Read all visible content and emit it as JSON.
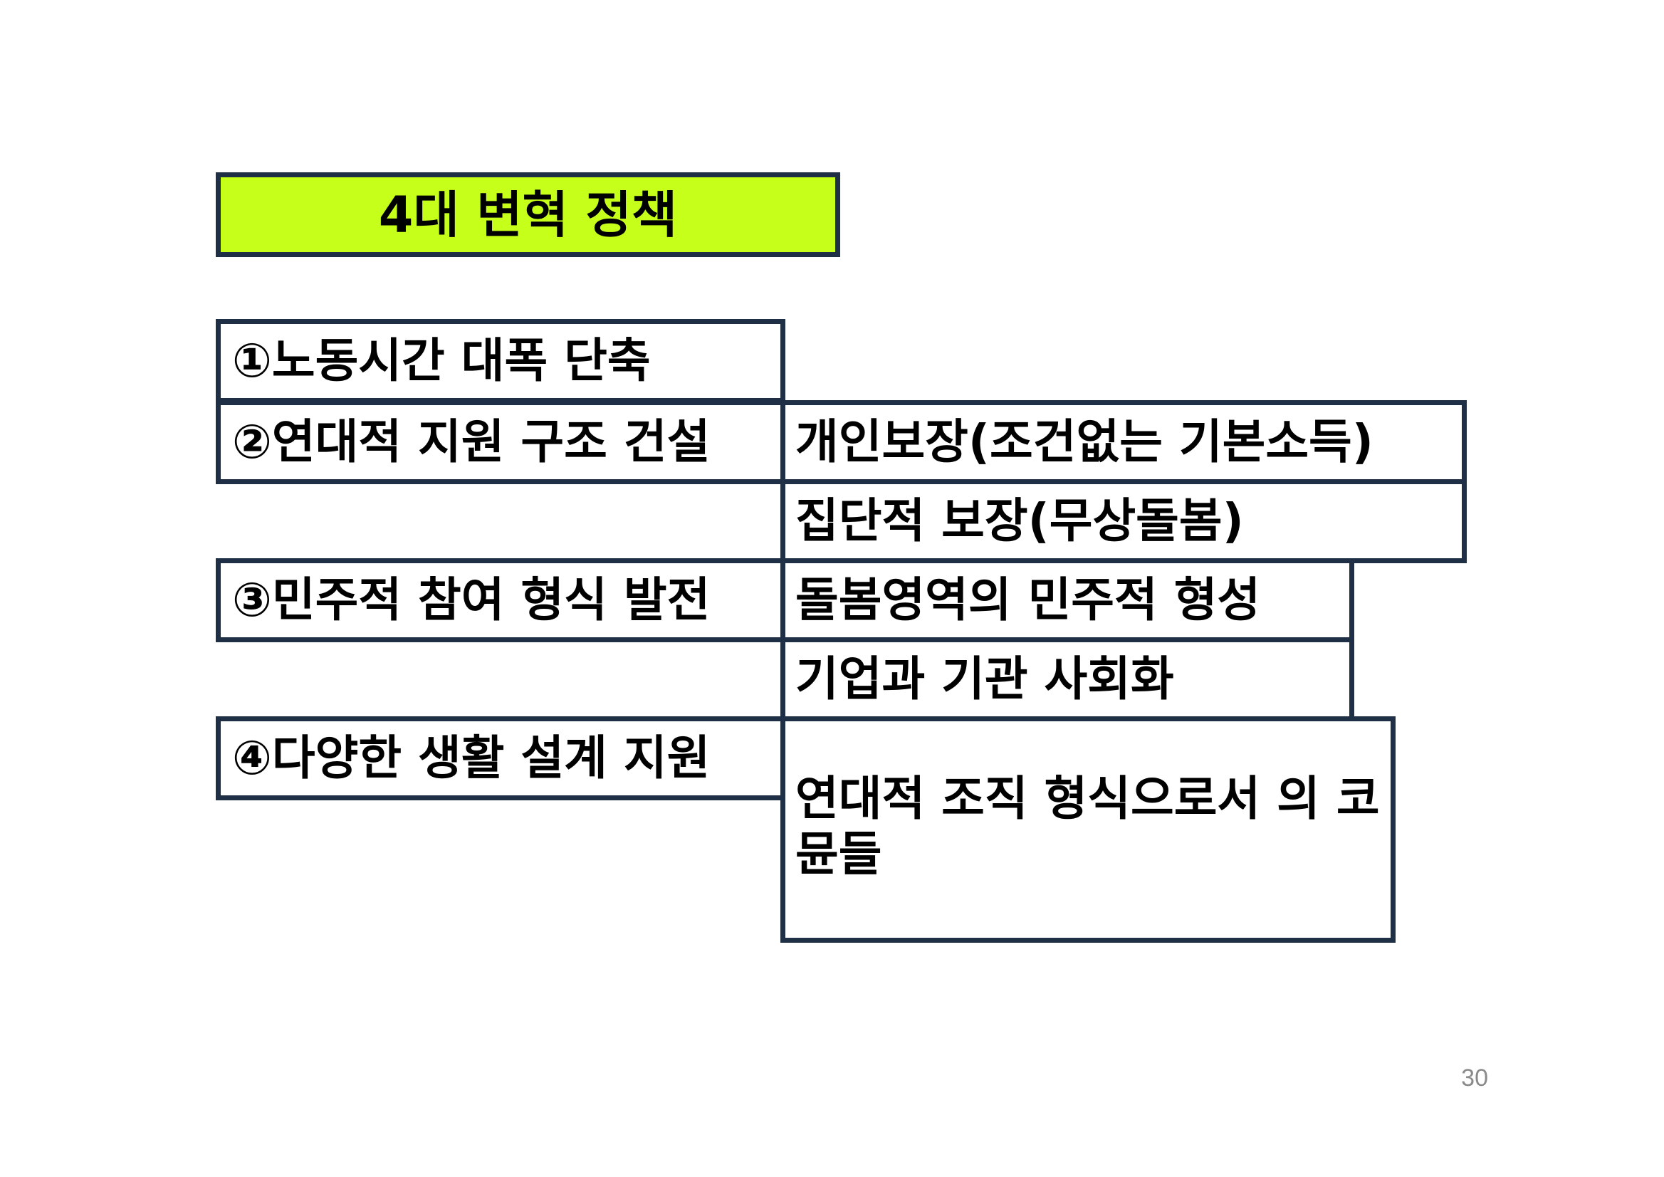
{
  "title": "4대 변혁 정책",
  "policies": [
    "①노동시간 대폭 단축",
    "②연대적 지원 구조 건설",
    "③민주적 참여 형식 발전",
    "④다양한 생활 설계 지원"
  ],
  "details": [
    "개인보장(조건없는 기본소득)",
    "집단적 보장(무상돌봄)",
    "돌봄영역의 민주적 형성",
    "기업과 기관 사회화",
    "연대적 조직 형식으로서 의 코뮨들"
  ],
  "page_number": "30",
  "colors": {
    "title_fill": "#c6ff1a",
    "border": "#1f2f45"
  }
}
